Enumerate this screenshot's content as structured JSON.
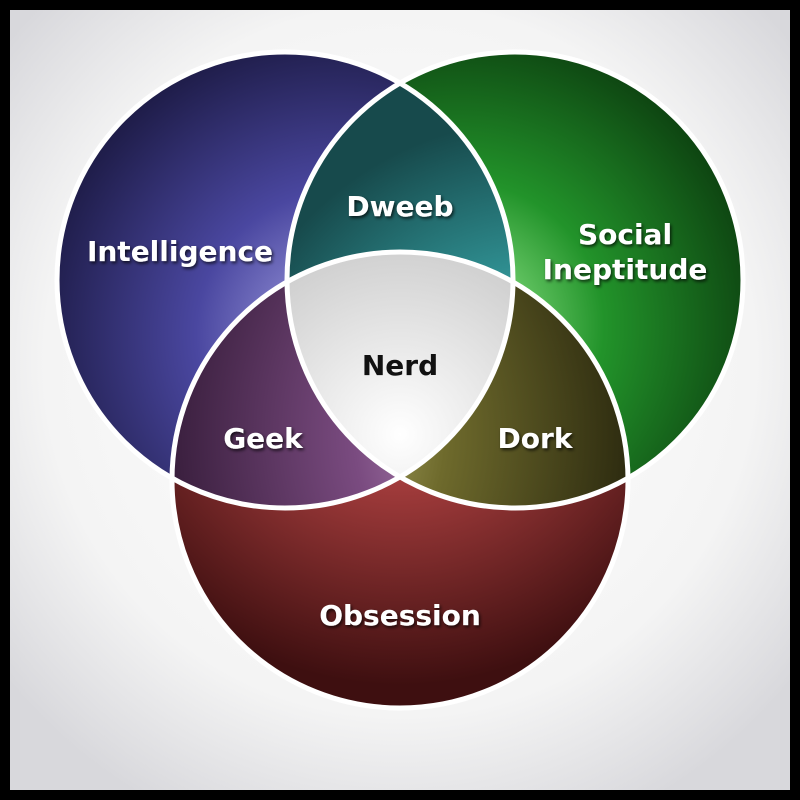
{
  "diagram": {
    "sets": [
      {
        "id": "intelligence",
        "label_lines": [
          "Intelligence"
        ],
        "color": "#3d3b82"
      },
      {
        "id": "social-ineptitude",
        "label_lines": [
          "Social",
          "Ineptitude"
        ],
        "color": "#1f7a23"
      },
      {
        "id": "obsession",
        "label_lines": [
          "Obsession"
        ],
        "color": "#8b2a2a"
      }
    ],
    "intersections": [
      {
        "id": "dweeb",
        "sets": [
          "intelligence",
          "social-ineptitude"
        ],
        "label": "Dweeb",
        "color": "#2f8f8f"
      },
      {
        "id": "geek",
        "sets": [
          "intelligence",
          "obsession"
        ],
        "label": "Geek",
        "color": "#7a4a7e"
      },
      {
        "id": "dork",
        "sets": [
          "social-ineptitude",
          "obsession"
        ],
        "label": "Dork",
        "color": "#6b6a2c"
      },
      {
        "id": "nerd",
        "sets": [
          "intelligence",
          "social-ineptitude",
          "obsession"
        ],
        "label": "Nerd",
        "color": "#d6d6d6"
      }
    ],
    "outline_color": "#ffffff"
  }
}
